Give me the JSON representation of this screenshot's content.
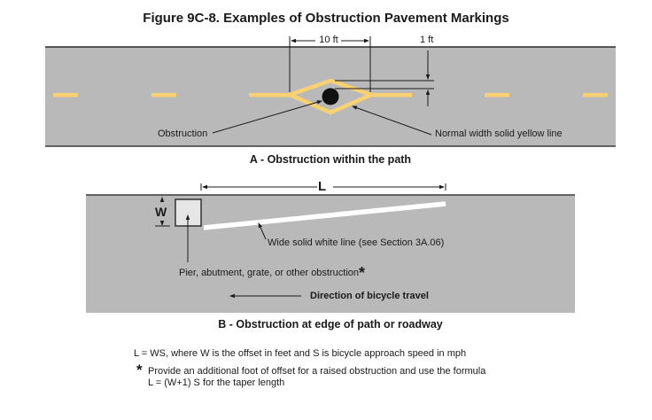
{
  "figure": {
    "title": "Figure 9C-8.  Examples of Obstruction Pavement Markings"
  },
  "panel_a": {
    "caption": "A - Obstruction within the path",
    "dim_width_label": "10 ft",
    "dim_offset_label": "1 ft",
    "label_obstruction": "Obstruction",
    "label_line": "Normal width solid yellow line",
    "colors": {
      "pavement": "#b8b9b8",
      "yellow": "#f9d170",
      "obstruction": "#111111"
    }
  },
  "panel_b": {
    "caption": "B - Obstruction at edge of path or roadway",
    "dim_length_label": "L",
    "dim_offset_label": "W",
    "label_white_line": "Wide solid white line (see Section 3A.06)",
    "label_obstruction": "Pier, abutment, grate, or other obstruction",
    "asterisk": "*",
    "label_direction": "Direction of bicycle travel",
    "colors": {
      "pavement": "#b8b9b8",
      "white_line": "#ffffff",
      "obstruction_fill": "#e6e6e6"
    }
  },
  "notes": {
    "formula": "L = WS, where W is the offset in feet and S is bicycle approach speed in mph",
    "asterisk": "*",
    "footnote_line1": "Provide an additional foot of offset for a raised obstruction and use the formula",
    "footnote_line2": "L = (W+1) S for the taper length"
  }
}
